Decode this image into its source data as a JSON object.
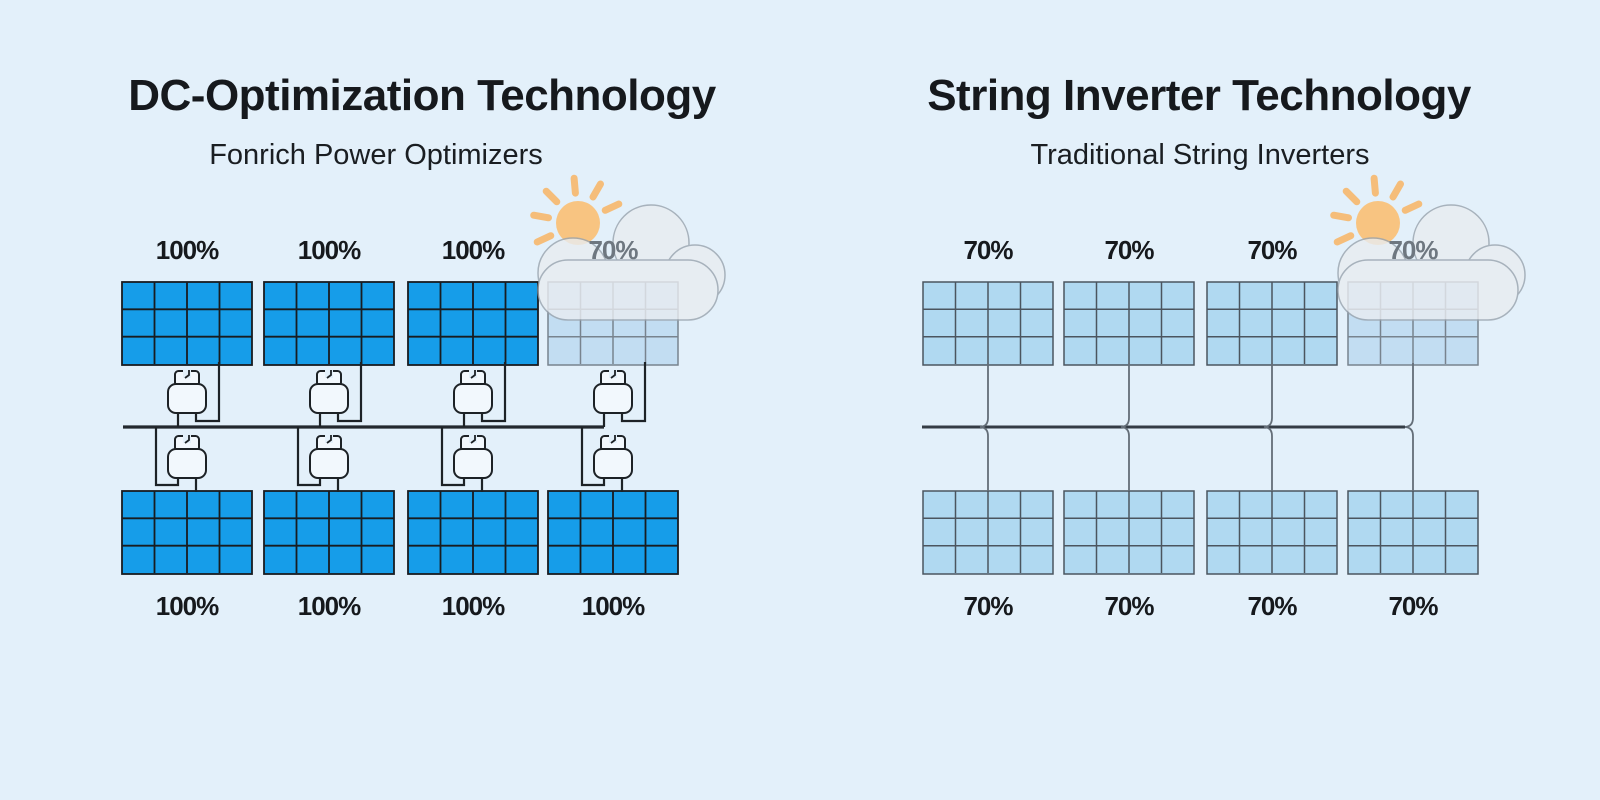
{
  "left": {
    "title": "DC-Optimization Technology",
    "subtitle": "Fonrich Power Optimizers",
    "top_labels": [
      "100%",
      "100%",
      "100%",
      "70%"
    ],
    "bottom_labels": [
      "100%",
      "100%",
      "100%",
      "100%"
    ]
  },
  "right": {
    "title": "String Inverter Technology",
    "subtitle": "Traditional String Inverters",
    "top_labels": [
      "70%",
      "70%",
      "70%",
      "70%"
    ],
    "bottom_labels": [
      "70%",
      "70%",
      "70%",
      "70%"
    ]
  },
  "colors": {
    "background": "#E3F0FA",
    "panel_full_output": "#169DE9",
    "panel_reduced_output": "#B0D9F1",
    "panel_shaded": "#C2DDF2",
    "sun": "#F8C481",
    "cloud_fill": "#E9EDF1",
    "cloud_outline": "#99A3AD",
    "wire_dark": "#1D2226",
    "wire_gray": "#646E78",
    "label_dark": "#16191D",
    "label_dim": "#6E7780"
  },
  "icons": {
    "sun": "sun-icon",
    "cloud": "cloud-icon",
    "optimizer": "optimizer-icon",
    "solar_panel": "solar-panel"
  }
}
